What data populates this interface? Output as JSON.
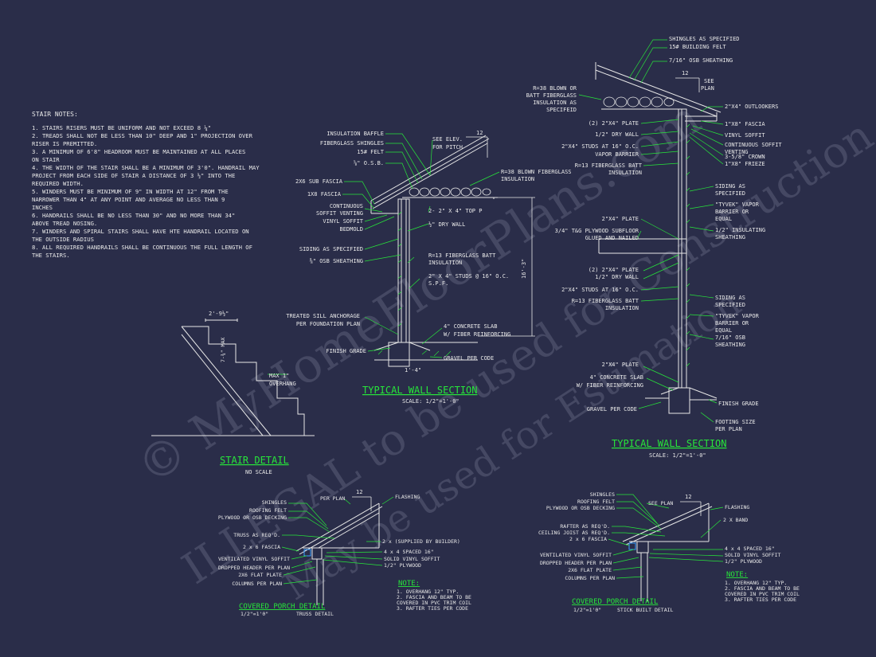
{
  "watermark": {
    "line1": "© MyHomeFloorPlans.com",
    "line2": "ILLEGAL to be used for Construction",
    "line3": "May be used for Estimation"
  },
  "stair_notes": {
    "heading": "STAIR NOTES:",
    "lines": [
      "1.  STAIRS RISERS MUST BE UNIFORM AND NOT EXCEED 8 ¼\"",
      "2.  TREADS SHALL NOT BE LESS THAN 10\" DEEP AND 1\" PROJECTION OVER",
      "     RISER IS PREMITTED.",
      "3.  A MINIMUM OF 6'8\" HEADROOM MUST BE MAINTAINED AT ALL PLACES",
      "     ON STAIR",
      "4.  THE WIDTH OF THE STAIR SHALL BE A MINIMUM OF 3'0\". HANDRAIL MAY",
      "     PROJECT FROM EACH SIDE OF STAIR A DISTANCE OF 3 ½\" INTO THE",
      "     REQUIRED WIDTH.",
      "5.  WINDERS MUST BE MINIMUM OF 9\" IN WIDTH AT 12\" FROM THE",
      "     NARROWER THAN 4\" AT ANY POINT AND AVERAGE NO LESS THAN 9",
      "     INCHES",
      "6.  HANDRAILS SHALL BE NO LESS THAN 30\" AND NO MORE THAN 34\"",
      "     ABOVE TREAD NOSING.",
      "7.  WINDERS AND SPIRAL STAIRS SHALL HAVE HTE HANDRAIL LOCATED ON",
      "     THE OUTSIDE RADIUS",
      "8.  ALL REQUIRED HANDRAILS SHALL BE CONTINUOUS THE FULL LENGTH OF",
      "     THE STAIRS."
    ]
  },
  "stair_detail": {
    "title": "STAIR DETAIL",
    "scale": "NO SCALE",
    "dim_top": "2'-9½\"",
    "dim_rise": "7-¾\" MAX",
    "overhang": [
      "MAX 1\"",
      "OVERHANG"
    ]
  },
  "wall_section_1": {
    "title": "TYPICAL WALL SECTION",
    "scale": "SCALE: 1/2\"=1'-0\"",
    "pitch": "12",
    "height_dim": "16'-3\"",
    "footing_dim": "1'-4\"",
    "left_labels": [
      "INSULATION BAFFLE",
      "FIBERGLASS SHINGLES",
      "15# FELT",
      "⅝\" O.S.B.",
      "2X6 SUB FASCIA",
      "1X8 FASCIA",
      "CONTINUOUS",
      "SOFFIT VENTING",
      "VINYL SOFFIT",
      "BEDMOLD",
      "SIDING AS SPECIFIED",
      "⅜\" OSB SHEATHING",
      "TREATED SILL ANCHORAGE",
      "PER FOUNDATION PLAN",
      "FINISH GRADE"
    ],
    "right_labels": [
      "SEE ELEV.",
      "FOR PITCH",
      "R=38 BLOWN FIBERGLASS",
      "INSULATION",
      "2- 2\" X 4\" TOP P",
      "½\" DRY WALL",
      "R=13 FIBERGLASS BATT",
      "INSULATION",
      "2\" X 4\" STUDS @ 16\" O.C.",
      "S.P.F.",
      "4\" CONCRETE SLAB",
      "W/ FIBER REINFORCING",
      "GRAVEL PER CODE"
    ]
  },
  "wall_section_2": {
    "title": "TYPICAL WALL SECTION",
    "scale": "SCALE: 1/2\"=1'-0\"",
    "pitch": "12",
    "see_plan": [
      "SEE",
      "PLAN"
    ],
    "top_labels": [
      "SHINGLES AS SPECIFIED",
      "15# BUILDING FELT",
      "7/16\" OSB SHEATHING"
    ],
    "left_labels": [
      "R=38 BLOWN OR",
      "BATT FIBERGLASS",
      "INSULATION AS",
      "SPECIFEID",
      "(2) 2\"X4\" PLATE",
      "1/2\" DRY WALL",
      "2\"X4\" STUDS AT 16\" O.C.",
      "VAPOR BARRIER",
      "R=13 FIBERGLASS BATT",
      "INSULATION",
      "2\"X4\" PLATE",
      "3/4\" T&G PLYWOOD SUBFLOOR",
      "GLUED AND NAILED",
      "(2) 2\"X4\" PLATE",
      "1/2\" DRY WALL",
      "2\"X4\" STUDS AT 16\" O.C.",
      "R=13 FIBERGLASS BATT",
      "INSULATION",
      "2\"X4\" PLATE",
      "4\" CONCRETE SLAB",
      "W/ FIBER REINFORCING",
      "GRAVEL PER CODE"
    ],
    "right_labels": [
      "2\"X4\" OUTLOOKERS",
      "1\"X8\" FASCIA",
      "VINYL SOFFIT",
      "CONTINUOUS SOFFIT",
      "VENTING",
      "3-5/8\" CROWN",
      "1\"X8\" FRIEZE",
      "SIDING AS",
      "SPECIFIED",
      "\"TYVEK\" VAPOR",
      "BARRIER OR",
      "EQUAL",
      "1/2\" INSULATING",
      "SHEATHING",
      "SIDING AS",
      "SPECIFIED",
      "\"TYVEK\" VAPOR",
      "BARRIER OR",
      "EQUAL",
      "7/16\" OSB",
      "SHEATHING",
      "FINISH GRADE",
      "FOOTING SIZE",
      "PER PLAN"
    ]
  },
  "porch_1": {
    "title": "COVERED PORCH DETAIL",
    "scale": "1/2\"=1'0\"",
    "subtitle": "TRUSS DETAIL",
    "pitch": "12",
    "left_labels": [
      "SHINGLES",
      "ROOFING FELT",
      "PLYWOOD OR OSB DECKING",
      "TRUSS AS REQ'D.",
      "2 x 6 FASCIA",
      "VENTILATED VINYL SOFFIT",
      "DROPPED HEADER PER PLAN",
      "2X6 FLAT PLATE",
      "COLUMNS PER PLAN"
    ],
    "right_labels": [
      "PER PLAN",
      "FLASHING",
      "2 x  (SUPPLIED BY BUILDER)",
      "4 x 4 SPACED 16\"",
      "SOLID VINYL SOFFIT",
      "1/2\" PLYWOOD"
    ],
    "note_heading": "NOTE:",
    "notes": [
      "1. OVERHANG 12\" TYP.",
      "2. FASCIA AND BEAM TO BE",
      "    COVERED IN PVC TRIM COIL",
      "3. RAFTER TIES PER CODE"
    ]
  },
  "porch_2": {
    "title": "COVERED PORCH DETAIL",
    "scale": "1/2\"=1'0\"",
    "subtitle": "STICK BUILT DETAIL",
    "pitch": "12",
    "left_labels": [
      "SHINGLES",
      "ROOFING FELT",
      "PLYWOOD OR OSB DECKING",
      "RAFTER AS REQ'D.",
      "CEILING JOIST AS REQ'D.",
      "2 x 6 FASCIA",
      "VENTILATED VINYL SOFFIT",
      "DROPPED HEADER PER PLAN",
      "2X6 FLAT PLATE",
      "COLUMNS PER PLAN"
    ],
    "right_labels": [
      "SEE PLAN",
      "FLASHING",
      "2 X    BAND",
      "4 x 4 SPACED 16\"",
      "SOLID VINYL SOFFIT",
      "1/2\" PLYWOOD"
    ],
    "note_heading": "NOTE:",
    "notes": [
      "1. OVERHANG 12\" TYP.",
      "2. FASCIA AND BEAM TO BE",
      "    COVERED IN PVC TRIM COIL",
      "3. RAFTER TIES PER CODE"
    ]
  },
  "colors": {
    "background": "#2a2d49",
    "linework": "#27e63a",
    "text": "#e8e8e8"
  }
}
